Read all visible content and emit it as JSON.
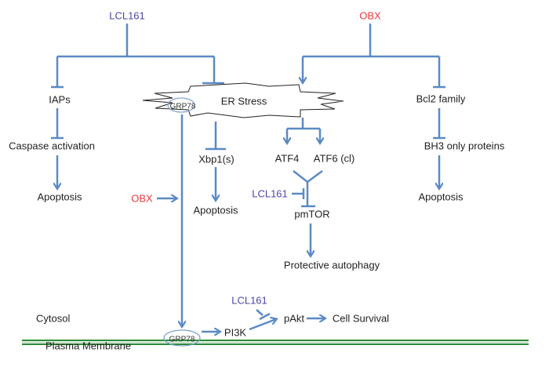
{
  "colors": {
    "arrow": "#5b8ac4",
    "lcl161": "#4a47a3",
    "obx": "#e83a3a",
    "membrane": "#2e8b3a",
    "text": "#222222"
  },
  "drugs": {
    "lcl161_top": "LCL161",
    "obx_top": "OBX",
    "obx_mid": "OBX",
    "lcl161_mid": "LCL161",
    "lcl161_bottom": "LCL161"
  },
  "nodes": {
    "iaps": "IAPs",
    "caspase": "Caspase activation",
    "apoptosis_left": "Apoptosis",
    "er_stress": "ER Stress",
    "grp78_er": "GRP78",
    "xbp1": "Xbp1(s)",
    "apoptosis_mid": "Apoptosis",
    "atf4": "ATF4",
    "atf6": "ATF6 (cl)",
    "pmtor": "pmTOR",
    "autophagy": "Protective autophagy",
    "bcl2": "Bcl2 family",
    "bh3": "BH3 only proteins",
    "apoptosis_right": "Apoptosis",
    "grp78_pm": "GRP78",
    "pi3k": "PI3K",
    "pakt": "pAkt",
    "survival": "Cell Survival"
  },
  "compartments": {
    "cytosol": "Cytosol",
    "plasma_membrane": "Plasma Membrane"
  }
}
